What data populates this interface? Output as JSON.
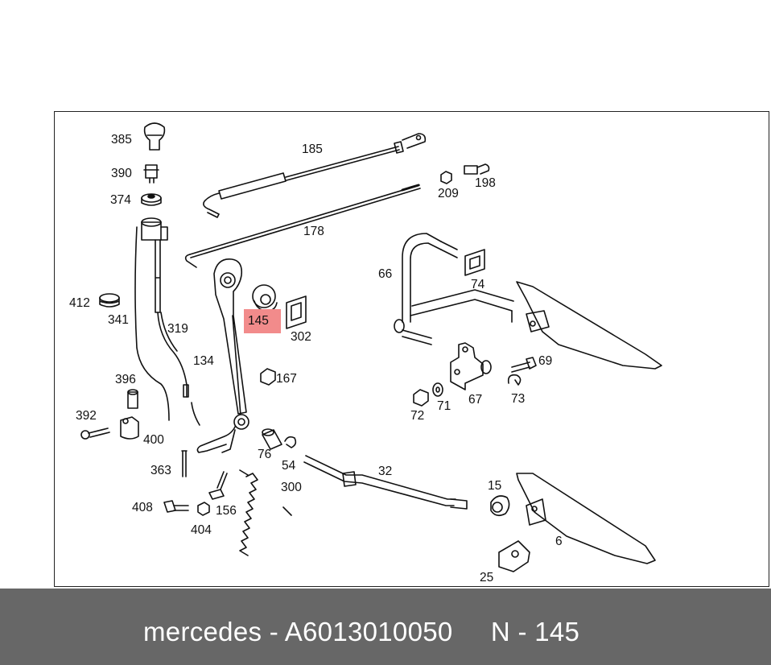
{
  "diagram": {
    "highlighted_part": "145",
    "highlight_color": "#f28b8b",
    "labels": {
      "p385": "385",
      "p390": "390",
      "p374": "374",
      "p185": "185",
      "p209": "209",
      "p198": "198",
      "p178": "178",
      "p66": "66",
      "p74": "74",
      "p412": "412",
      "p341": "341",
      "p319": "319",
      "p145": "145",
      "p302": "302",
      "p134": "134",
      "p167": "167",
      "p69": "69",
      "p396": "396",
      "p392": "392",
      "p400": "400",
      "p72": "72",
      "p71": "71",
      "p67": "67",
      "p73": "73",
      "p76": "76",
      "p54": "54",
      "p363": "363",
      "p32": "32",
      "p300": "300",
      "p15": "15",
      "p408": "408",
      "p156": "156",
      "p404": "404",
      "p6": "6",
      "p25": "25"
    }
  },
  "footer": {
    "text": "mercedes - A6013010050     N - 145",
    "background": "#676767"
  }
}
